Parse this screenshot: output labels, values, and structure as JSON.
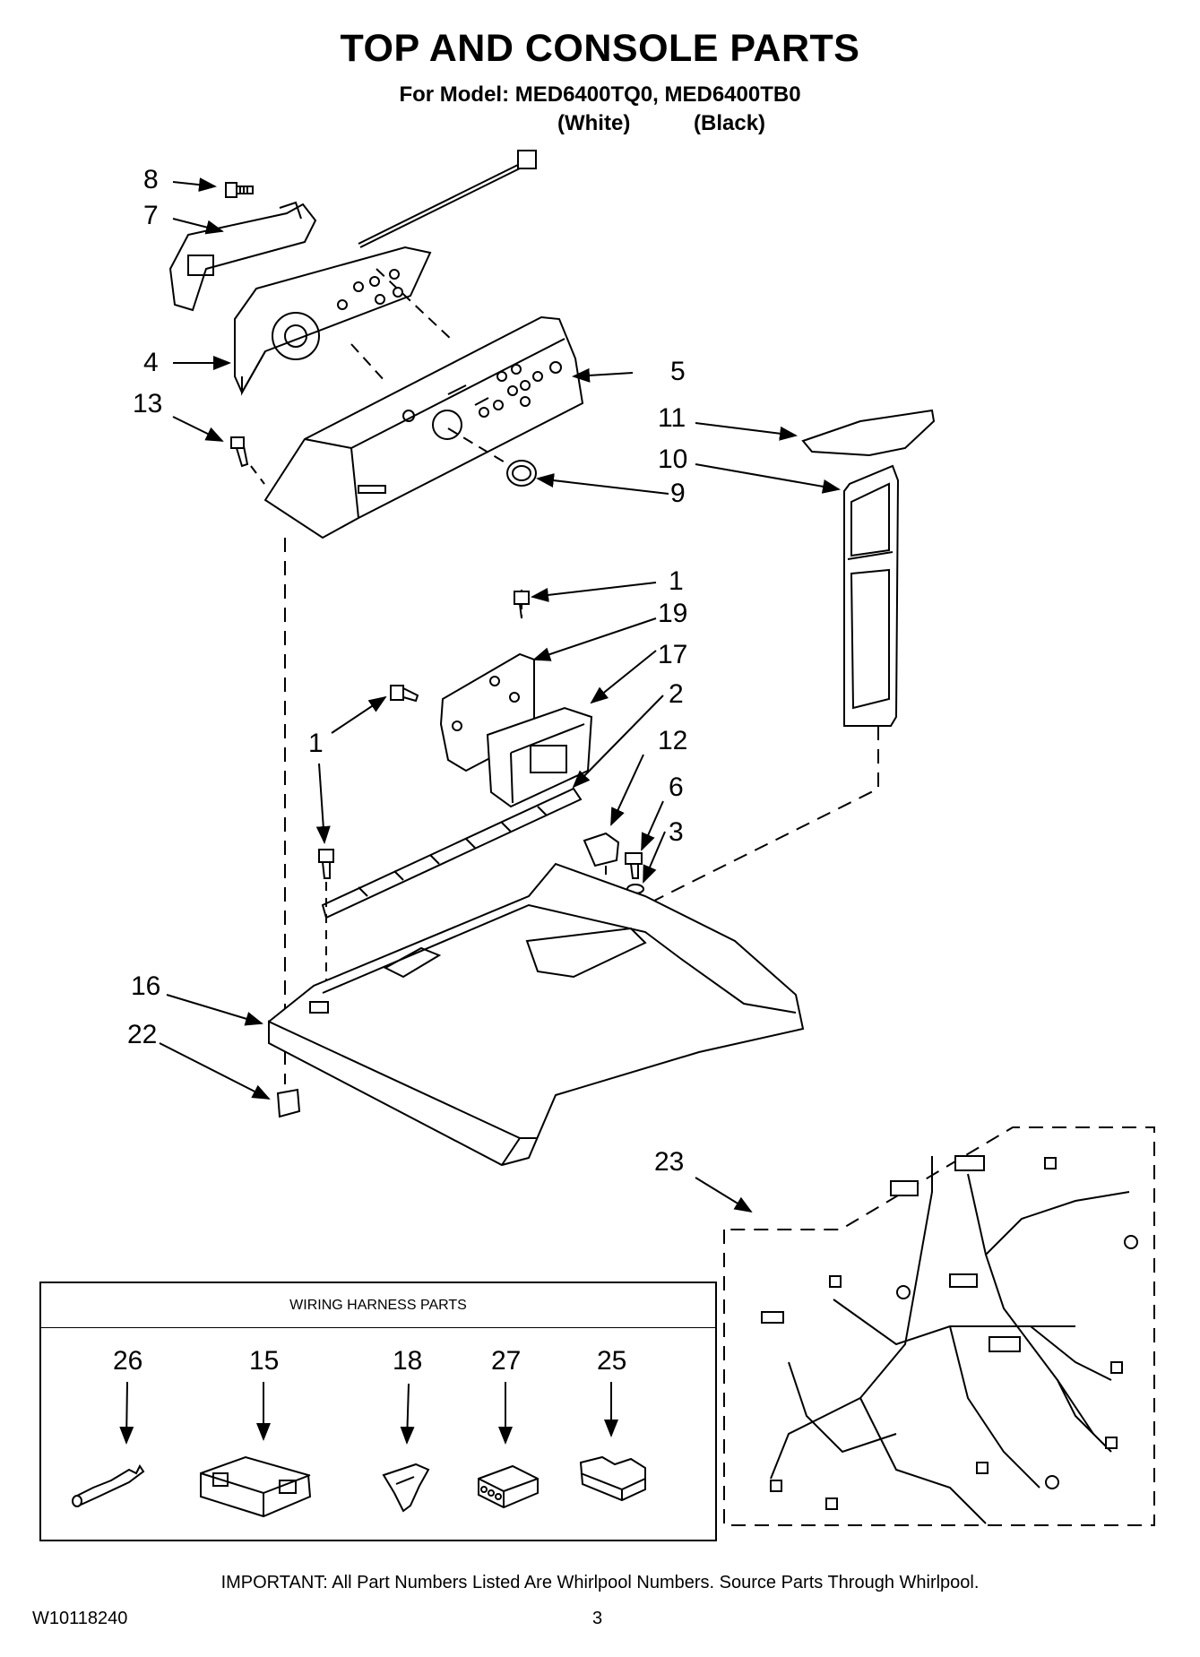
{
  "header": {
    "title": "TOP AND CONSOLE PARTS",
    "subtitle": "For Model: MED6400TQ0, MED6400TB0",
    "variant_white": "(White)",
    "variant_black": "(Black)"
  },
  "callouts": {
    "c8": "8",
    "c7": "7",
    "c4": "4",
    "c13": "13",
    "c5": "5",
    "c11": "11",
    "c10": "10",
    "c9": "9",
    "c1a": "1",
    "c19": "19",
    "c17": "17",
    "c1b": "1",
    "c2": "2",
    "c12": "12",
    "c6": "6",
    "c3": "3",
    "c16": "16",
    "c22": "22",
    "c23": "23"
  },
  "harness": {
    "heading": "WIRING HARNESS PARTS",
    "parts": [
      "26",
      "15",
      "18",
      "27",
      "25"
    ]
  },
  "footer": {
    "important": "IMPORTANT: All Part Numbers Listed Are Whirlpool Numbers. Source Parts Through Whirlpool.",
    "doc_number": "W10118240",
    "page": "3"
  }
}
